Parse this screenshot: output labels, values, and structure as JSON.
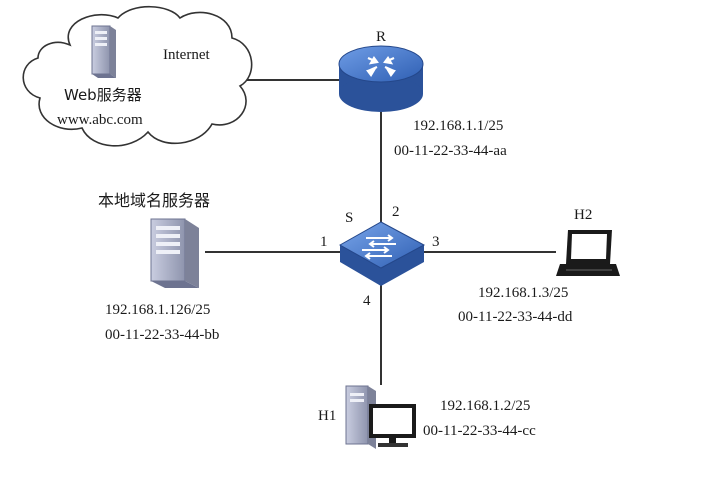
{
  "cloud": {
    "label_internet": "Internet",
    "server_label": "Web服务器",
    "server_domain": "www.abc.com"
  },
  "router": {
    "name": "R",
    "ip": "192.168.1.1/25",
    "mac": "00-11-22-33-44-aa"
  },
  "switch": {
    "name": "S",
    "ports": {
      "p1": "1",
      "p2": "2",
      "p3": "3",
      "p4": "4"
    }
  },
  "dns_server": {
    "title": "本地域名服务器",
    "ip": "192.168.1.126/25",
    "mac": "00-11-22-33-44-bb"
  },
  "h2": {
    "name": "H2",
    "ip": "192.168.1.3/25",
    "mac": "00-11-22-33-44-dd"
  },
  "h1": {
    "name": "H1",
    "ip": "192.168.1.2/25",
    "mac": "00-11-22-33-44-cc"
  },
  "colors": {
    "device_blue": "#3c6fc4",
    "device_blue_dark": "#2b529a",
    "server_gray": "#9aa0b6",
    "line": "#333333"
  }
}
